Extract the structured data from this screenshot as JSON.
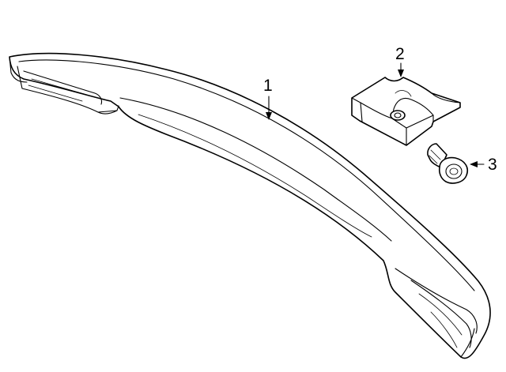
{
  "diagram": {
    "parts": [
      {
        "number": "1",
        "name": "spoiler"
      },
      {
        "number": "2",
        "name": "retainer-clip"
      },
      {
        "number": "3",
        "name": "screw"
      }
    ]
  }
}
